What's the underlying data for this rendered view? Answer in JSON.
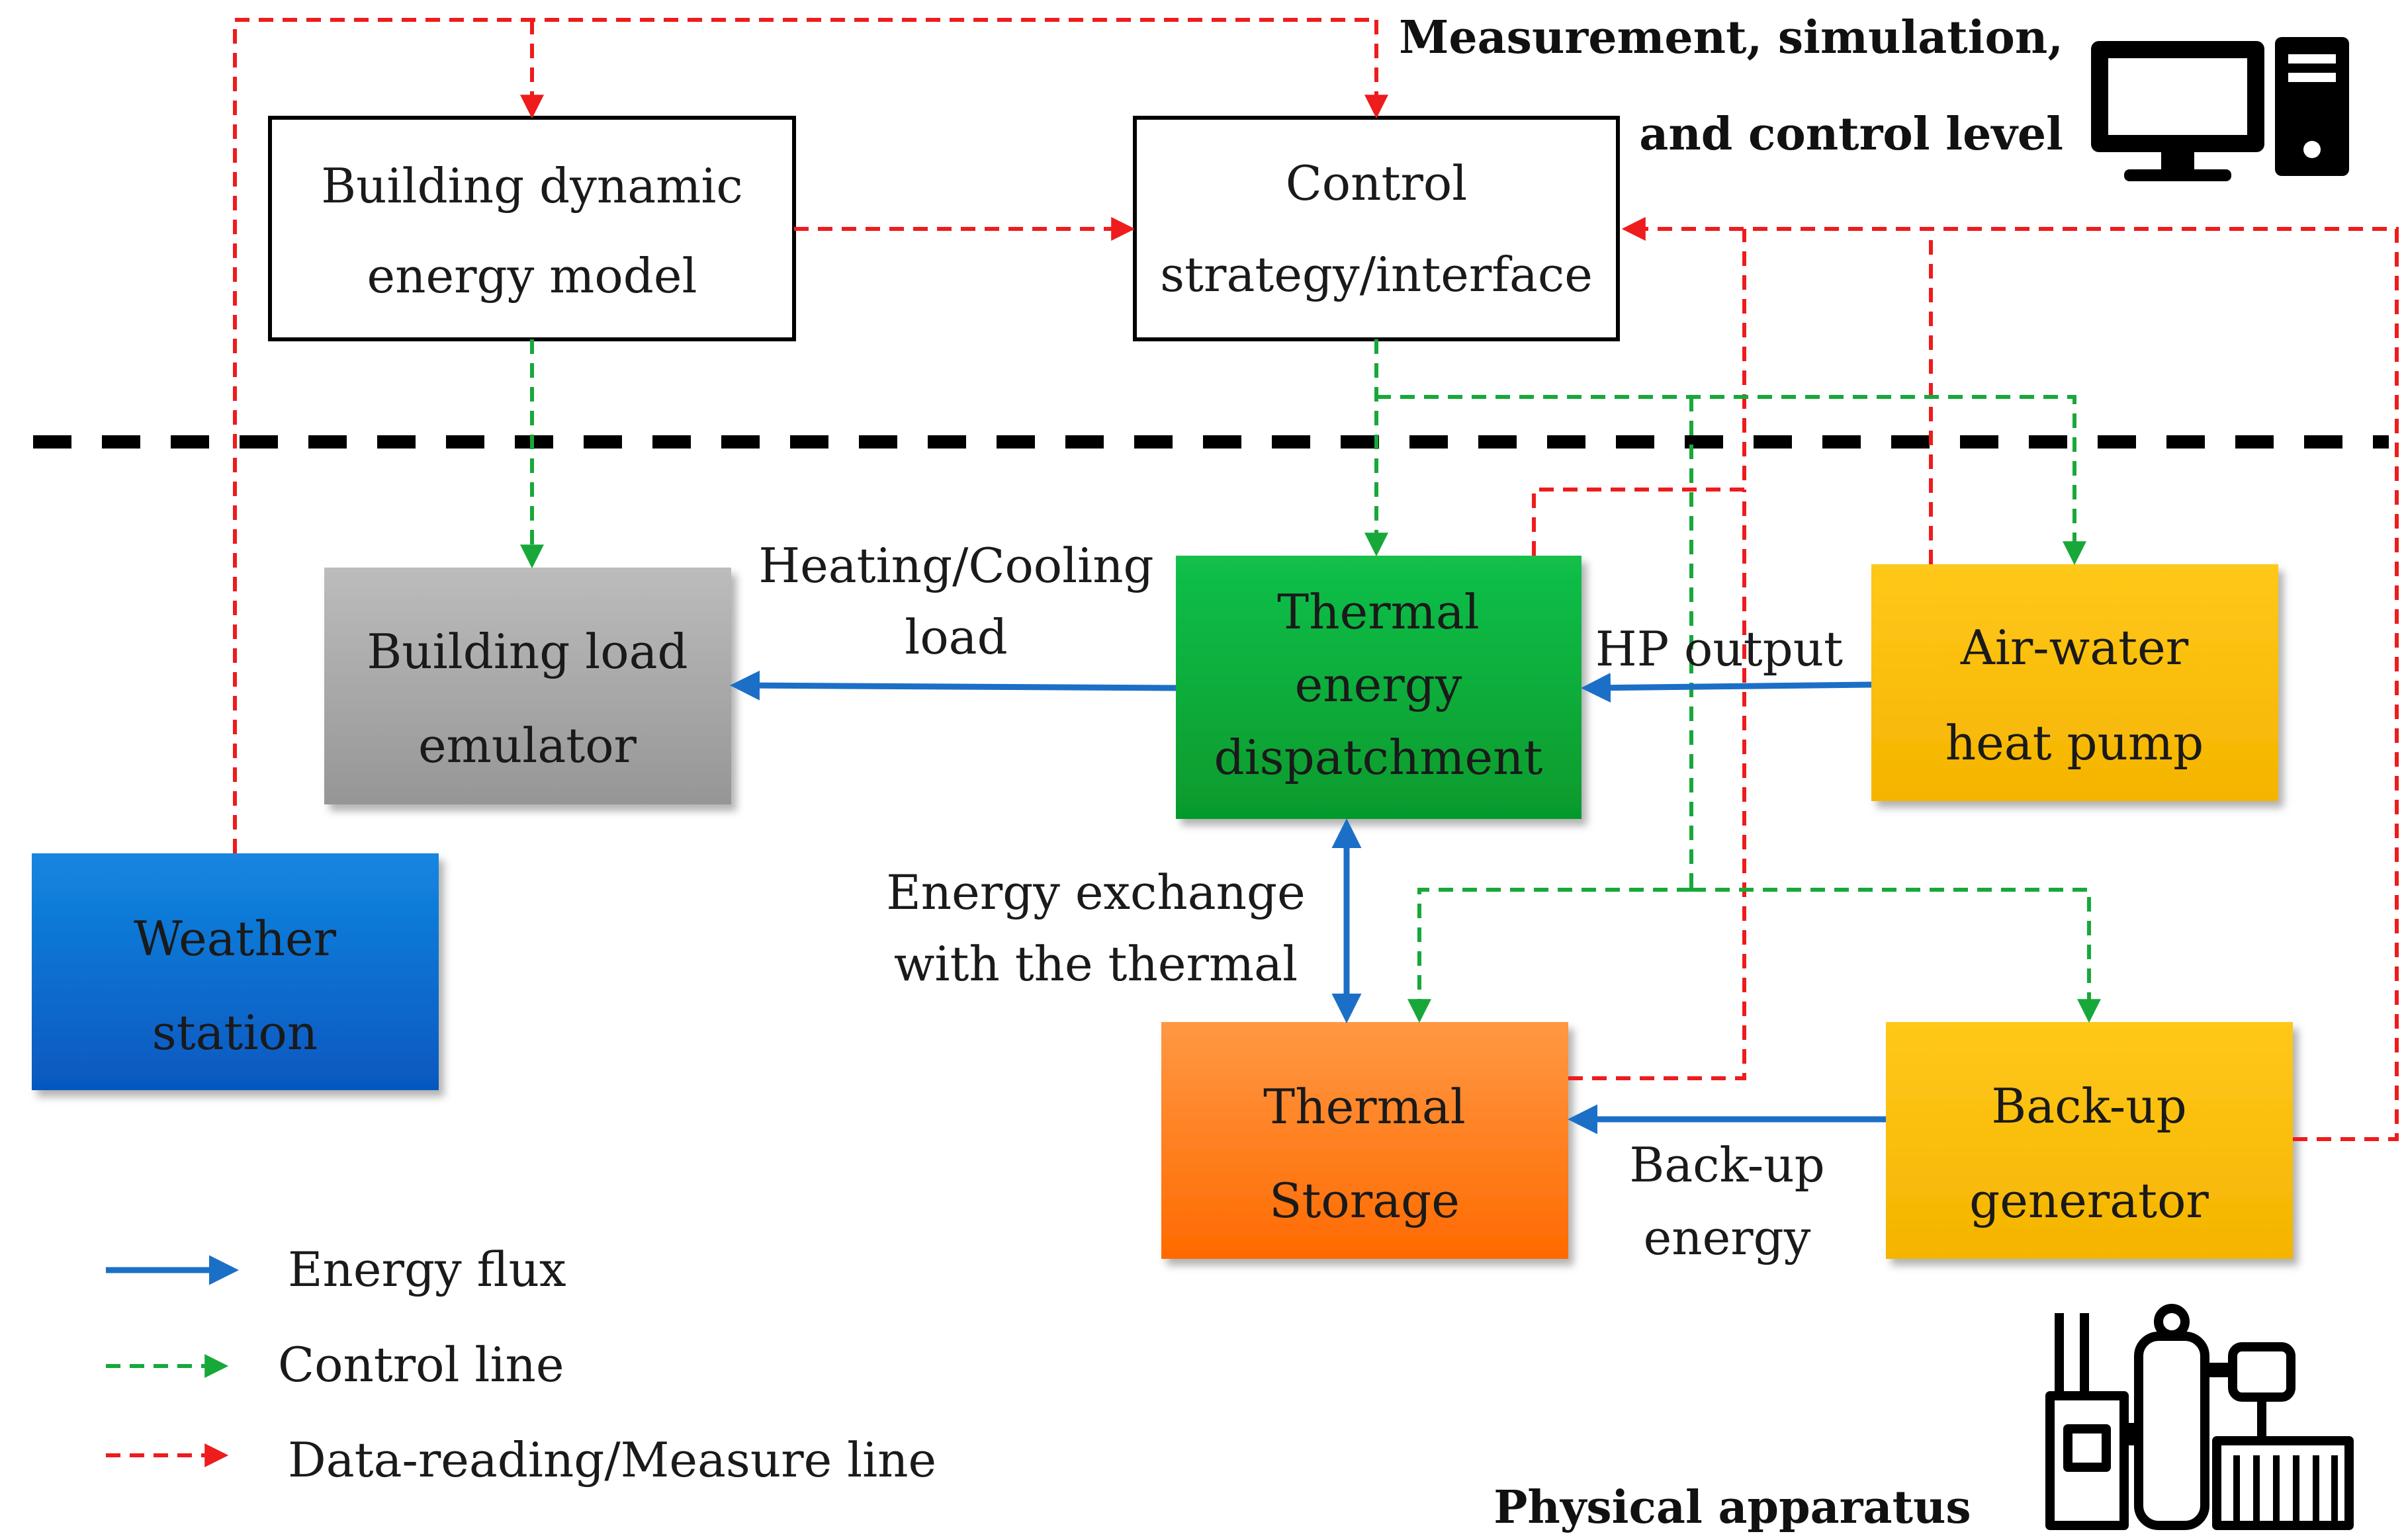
{
  "header_level": {
    "line1": "Measurement, simulation,",
    "line2": "and control level"
  },
  "footer_level": "Physical apparatus",
  "boxes": {
    "building_model": [
      "Building dynamic",
      "energy model"
    ],
    "control": [
      "Control",
      "strategy/interface"
    ],
    "load_emulator": [
      "Building load",
      "emulator"
    ],
    "dispatch": [
      "Thermal",
      "energy",
      "dispatchment"
    ],
    "heat_pump": [
      "Air-water",
      "heat pump"
    ],
    "weather": [
      "Weather",
      "station"
    ],
    "storage": [
      "Thermal",
      "Storage"
    ],
    "backup": [
      "Back-up",
      "generator"
    ]
  },
  "edge_labels": {
    "heating_cooling": [
      "Heating/Cooling",
      "load"
    ],
    "hp_output": "HP output",
    "energy_exchange": [
      "Energy exchange",
      "with the thermal"
    ],
    "backup_energy": [
      "Back-up",
      "energy"
    ]
  },
  "legend": {
    "energy_flux": "Energy flux",
    "control_line": "Control line",
    "data_line": "Data-reading/Measure line"
  },
  "colors": {
    "energy_flux": "#1c6fc6",
    "control_line": "#18a83a",
    "data_line": "#ee1c1c",
    "dispatch_fill": "#0aaa3a",
    "heat_pump_fill": "#fcc00a",
    "backup_fill": "#fcc00a",
    "storage_fill": "#ff7a1c",
    "weather_fill": "#0a6fd2",
    "emulator_fill": "#a8a8a8"
  },
  "icons": {
    "top": "computer-icon",
    "bottom": "physical-apparatus-icon"
  }
}
